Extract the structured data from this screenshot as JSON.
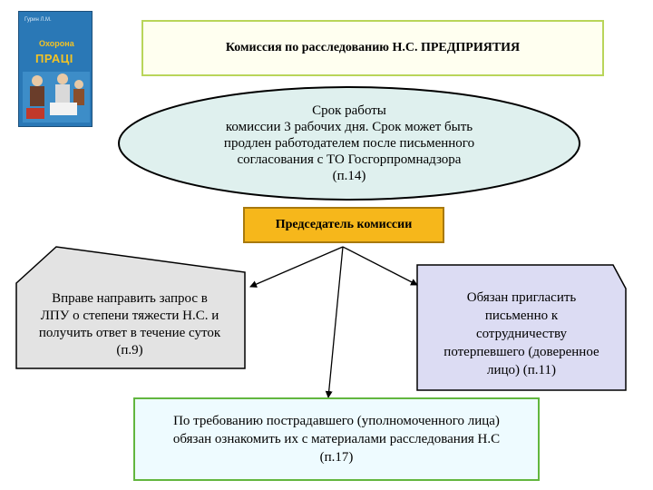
{
  "book_cover": {
    "author": "Гурин Л.М.",
    "title_line1": "Охорона",
    "title_line2": "ПРАЦІ"
  },
  "title": "Комиссия по расследованию Н.С. ПРЕДПРИЯТИЯ",
  "term_box": {
    "lines": [
      "Срок работы",
      "комиссии 3 рабочих дня. Срок может быть",
      "продлен работодателем после письменного",
      "согласования с ТО Госгорпромнадзора",
      "(п.14)"
    ]
  },
  "chairman": "Председатель комиссии",
  "left_box": {
    "lines": [
      "Вправе направить запрос в",
      "ЛПУ о степени тяжести Н.С. и",
      "получить ответ в течение суток",
      "(п.9)"
    ]
  },
  "right_box": {
    "lines": [
      "Обязан пригласить",
      "письменно к",
      "сотрудничеству",
      "потерпевшего (доверенное",
      "лицо) (п.11)"
    ]
  },
  "bottom_box": {
    "lines": [
      "По требованию пострадавшего (уполномоченного лица)",
      "обязан ознакомить их с материалами расследования Н.С",
      "(п.17)"
    ]
  },
  "colors": {
    "title_border": "#b9d55a",
    "ellipse_fill": "#dff0ee",
    "chairman_fill": "#f6b71b",
    "left_fill": "#e3e3e3",
    "right_fill": "#dcdcf3",
    "bottom_border": "#62b63f"
  }
}
